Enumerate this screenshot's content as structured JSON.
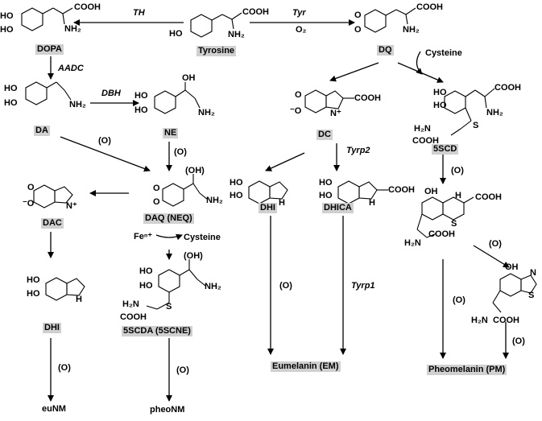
{
  "compounds": {
    "dopa": "DOPA",
    "tyrosine": "Tyrosine",
    "dq": "DQ",
    "da": "DA",
    "ne": "NE",
    "dc": "DC",
    "scd5": "5SCD",
    "dac": "DAC",
    "daq": "DAQ (NEQ)",
    "dhi_right": "DHI",
    "dhica": "DHICA",
    "dhi_left": "DHI",
    "scda5": "5SCDA (5SCNE)",
    "eumelanin": "Eumelanin (EM)",
    "pheomelanin": "Pheomelanin (PM)",
    "eunm": "euNM",
    "pheonm": "pheoNM"
  },
  "enzymes": {
    "th": "TH",
    "tyr": "Tyr",
    "aadc": "AADC",
    "dbh": "DBH",
    "tyrp2": "Tyrp2",
    "tyrp1": "Tyrp1"
  },
  "reagents": {
    "o2": "O₂",
    "oxidation": "(O)",
    "cysteine": "Cysteine",
    "fe": "Feⁿ⁺",
    "oh": "OH",
    "ho": "HO",
    "o": "O",
    "nh2": "NH₂",
    "h2n": "H₂N",
    "cooh": "COOH",
    "s": "S",
    "n": "N",
    "h": "H",
    "nh_plus": "N⁺",
    "oh_paren": "(OH)",
    "o_minus": "⁻O"
  }
}
